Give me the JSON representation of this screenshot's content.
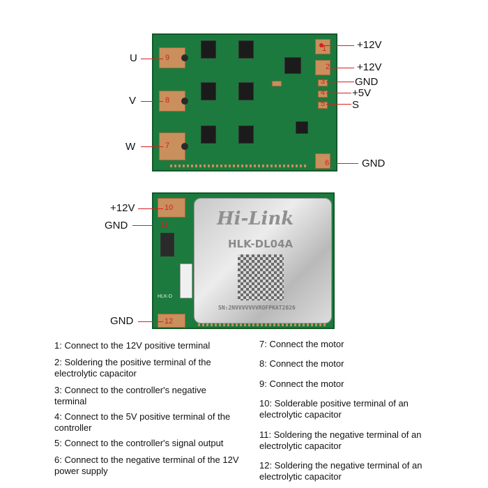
{
  "top_board": {
    "labels": {
      "u": "U",
      "v": "V",
      "w": "W",
      "p12a": "+12V",
      "p12b": "+12V",
      "gnd1": "GND",
      "p5": "+5V",
      "s": "S",
      "gnd2": "GND"
    },
    "numbers": {
      "n1": "1",
      "n2": "2",
      "n3": "3",
      "n4": "4",
      "n5": "5",
      "n6": "6",
      "n7": "7",
      "n8": "8",
      "n9": "9"
    }
  },
  "bottom_board": {
    "labels": {
      "p12": "+12V",
      "gnd1": "GND",
      "gnd2": "GND"
    },
    "numbers": {
      "n10": "10",
      "n11": "11",
      "n12": "12"
    },
    "shield_brand": "Hi-Link",
    "shield_model": "HLK-DL04A",
    "shield_serial": "SN:2NVVVVVVVROFPKAT2026",
    "silk_model": "HLK-D"
  },
  "descriptions": {
    "left": [
      "1: Connect to the 12V positive terminal",
      "2: Soldering the positive terminal of the electrolytic capacitor",
      "3: Connect to the controller's negative terminal",
      "4: Connect to the 5V positive terminal of the controller",
      "5: Connect to the controller's signal output",
      "6: Connect to the negative terminal of the 12V power supply"
    ],
    "right": [
      "7: Connect the motor",
      "8: Connect the motor",
      "9: Connect the motor",
      "10: Solderable positive terminal of an electrolytic capacitor",
      "11: Soldering the negative terminal of an electrolytic capacitor",
      "12: Soldering the negative terminal of an electrolytic capacitor"
    ]
  }
}
